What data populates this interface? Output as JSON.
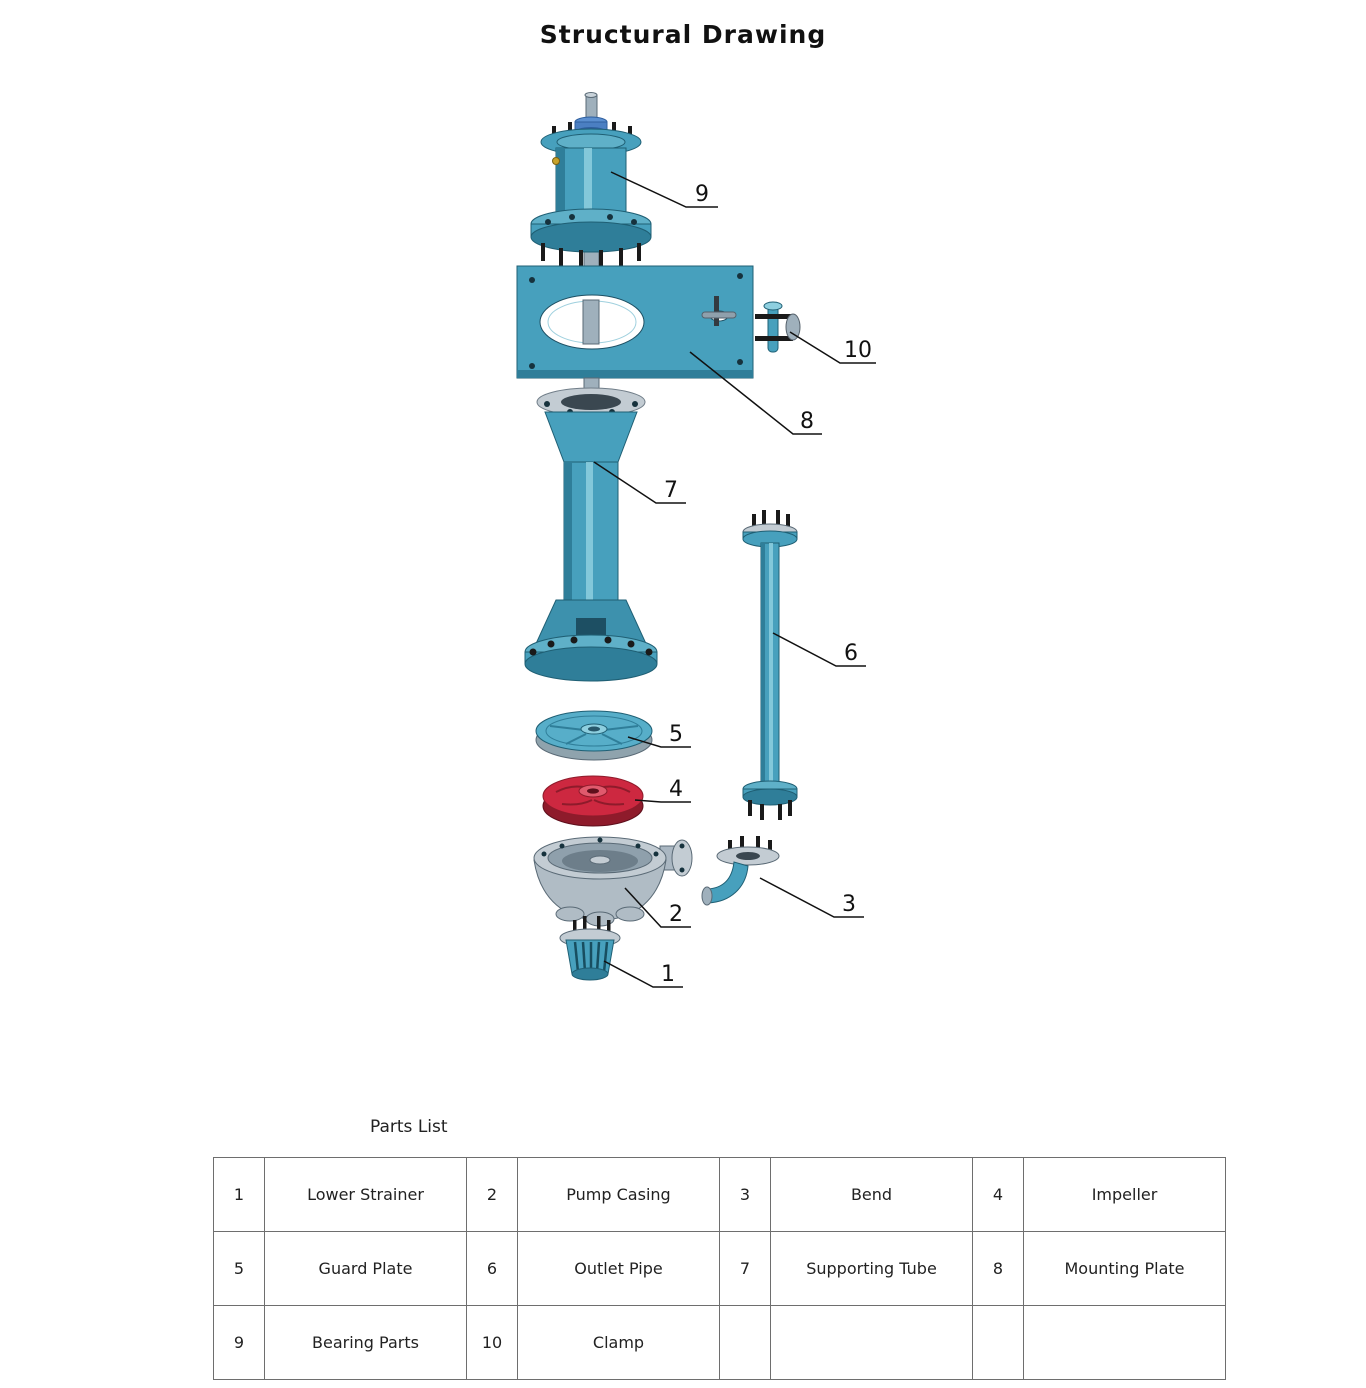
{
  "title": "Structural Drawing",
  "parts_list": {
    "label": "Parts List",
    "rows": [
      [
        {
          "no": "1",
          "name": "Lower Strainer"
        },
        {
          "no": "2",
          "name": "Pump Casing"
        },
        {
          "no": "3",
          "name": "Bend"
        },
        {
          "no": "4",
          "name": "Impeller"
        }
      ],
      [
        {
          "no": "5",
          "name": "Guard Plate"
        },
        {
          "no": "6",
          "name": "Outlet Pipe"
        },
        {
          "no": "7",
          "name": "Supporting Tube"
        },
        {
          "no": "8",
          "name": "Mounting Plate"
        }
      ],
      [
        {
          "no": "9",
          "name": "Bearing Parts"
        },
        {
          "no": "10",
          "name": "Clamp"
        },
        {
          "no": "",
          "name": ""
        },
        {
          "no": "",
          "name": ""
        }
      ]
    ]
  },
  "callouts": [
    {
      "number": "1",
      "part": "Lower Strainer"
    },
    {
      "number": "2",
      "part": "Pump Casing"
    },
    {
      "number": "3",
      "part": "Bend"
    },
    {
      "number": "4",
      "part": "Impeller"
    },
    {
      "number": "5",
      "part": "Guard Plate"
    },
    {
      "number": "6",
      "part": "Outlet Pipe"
    },
    {
      "number": "7",
      "part": "Supporting Tube"
    },
    {
      "number": "8",
      "part": "Mounting Plate"
    },
    {
      "number": "9",
      "part": "Bearing Parts"
    },
    {
      "number": "10",
      "part": "Clamp"
    }
  ],
  "colors": {
    "body_teal": "#47a0bd",
    "teal_dark": "#2f7e99",
    "teal_light": "#8ecfdf",
    "impeller_red": "#cd2840",
    "impeller_red_dark": "#8e1b2b",
    "steel_gray": "#aab7c2",
    "line": "#111111"
  }
}
